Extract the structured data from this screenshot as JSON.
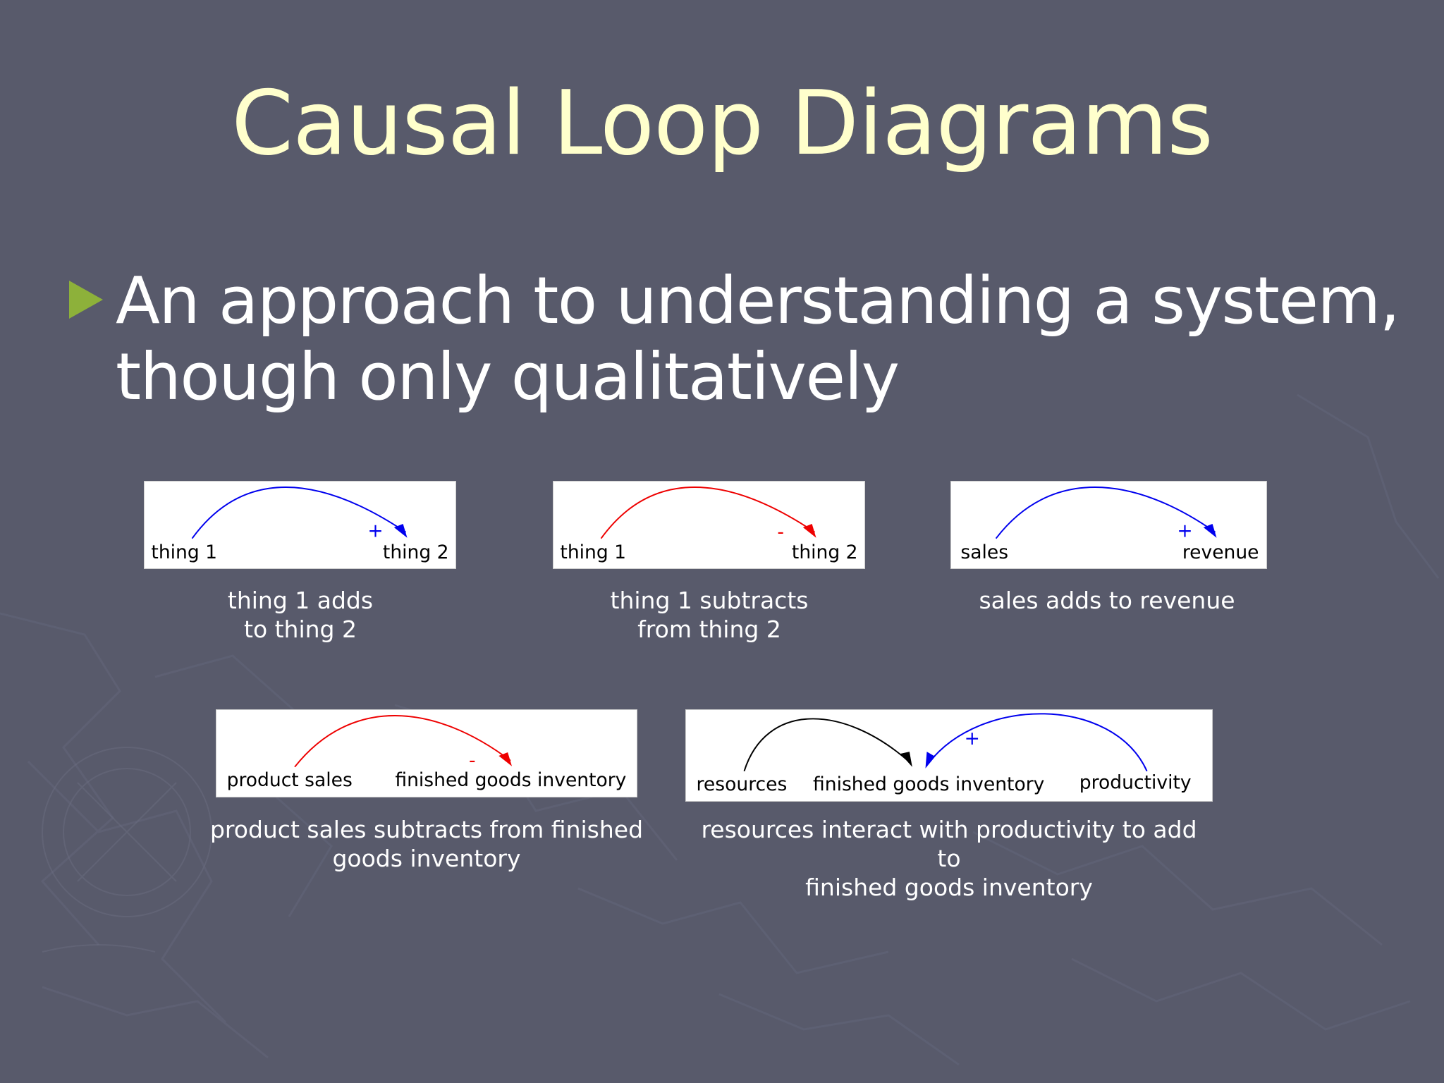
{
  "theme": {
    "background": "#585a6b",
    "title_color": "#ffffcc",
    "text_color": "#ffffff",
    "bullet_color": "#8db13a",
    "panel_bg": "#ffffff",
    "label_color": "#000000",
    "positive_color": "#0000ee",
    "negative_color": "#ee0000",
    "neutral_color": "#000000"
  },
  "title": "Causal Loop Diagrams",
  "bullet": {
    "icon": "triangle-bullet",
    "line1": "An approach to understanding a system,",
    "line2": "though only qualitatively"
  },
  "diagrams": [
    {
      "from": "thing 1",
      "to": "thing 2",
      "polarity": "+",
      "color": "blue",
      "caption_line1": "thing 1 adds",
      "caption_line2": "to thing 2"
    },
    {
      "from": "thing 1",
      "to": "thing 2",
      "polarity": "-",
      "color": "red",
      "caption_line1": "thing 1 subtracts",
      "caption_line2": "from thing 2"
    },
    {
      "from": "sales",
      "to": "revenue",
      "polarity": "+",
      "color": "blue",
      "caption_line1": "sales adds to revenue",
      "caption_line2": ""
    },
    {
      "from": "product sales",
      "to": "finished goods inventory",
      "polarity": "-",
      "color": "red",
      "caption_line1": "product sales subtracts from finished",
      "caption_line2": "goods inventory"
    },
    {
      "left": "resources",
      "center": "finished goods inventory",
      "right": "productivity",
      "polarity": "+",
      "left_color": "black",
      "right_color": "blue",
      "caption_line1": "resources interact with productivity to add to",
      "caption_line2": "finished goods inventory"
    }
  ]
}
